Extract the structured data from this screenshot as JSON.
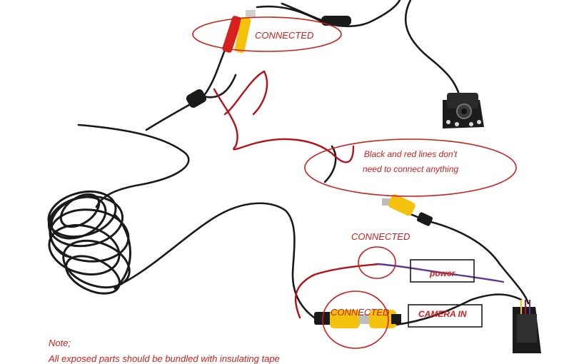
{
  "labels": {
    "connected_top": "CONNECTED",
    "connected_mid": "CONNECTED",
    "connected_bottom": "CONNECTED",
    "black_red_line1": "Black and red lines don't",
    "black_red_line2": "need to connect anything",
    "power": "power",
    "camera_in": "CAMERA IN",
    "note_title": "Note;",
    "note_text": "All exposed parts should be bundled with insulating tape"
  },
  "colors": {
    "annotation": "#c8201f",
    "cable_black": "#1a1a1a",
    "cable_red": "#b3121b",
    "rca_yellow": "#f4c20d",
    "rca_red": "#d8201f",
    "background": "#ffffff"
  }
}
